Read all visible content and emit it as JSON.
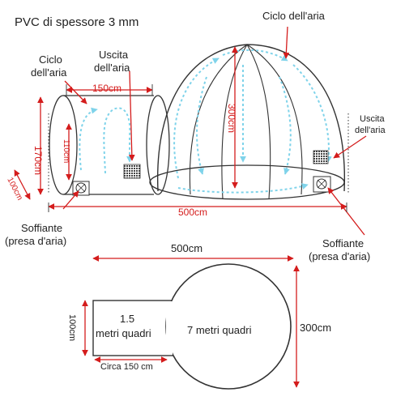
{
  "title": "PVC di spessore 3 mm",
  "top_diagram": {
    "air_cycle_right": "Ciclo dell'aria",
    "air_cycle_left_line1": "Ciclo",
    "air_cycle_left_line2": "dell'aria",
    "air_outlet_left_line1": "Uscita",
    "air_outlet_left_line2": "dell'aria",
    "air_outlet_right_line1": "Uscita",
    "air_outlet_right_line2": "dell'aria",
    "tunnel_width": "150cm",
    "tunnel_height": "170cm",
    "tunnel_inner_height": "110cm",
    "tunnel_depth": "100cm",
    "dome_height": "300cm",
    "total_width": "500cm",
    "blower_left_line1": "Soffiante",
    "blower_left_line2": "(presa d'aria)",
    "blower_right_line1": "Soffiante",
    "blower_right_line2": "(presa d'aria)"
  },
  "floor_plan": {
    "total_width": "500cm",
    "tunnel_area_line1": "1.5",
    "tunnel_area_line2": "metri quadri",
    "dome_area": "7 metri quadri",
    "tunnel_side": "100cm",
    "dome_diameter": "300cm",
    "tunnel_length": "Circa 150 cm"
  },
  "colors": {
    "annotation": "#d41c1c",
    "airflow": "#7fd3ea",
    "outline": "#333333"
  }
}
